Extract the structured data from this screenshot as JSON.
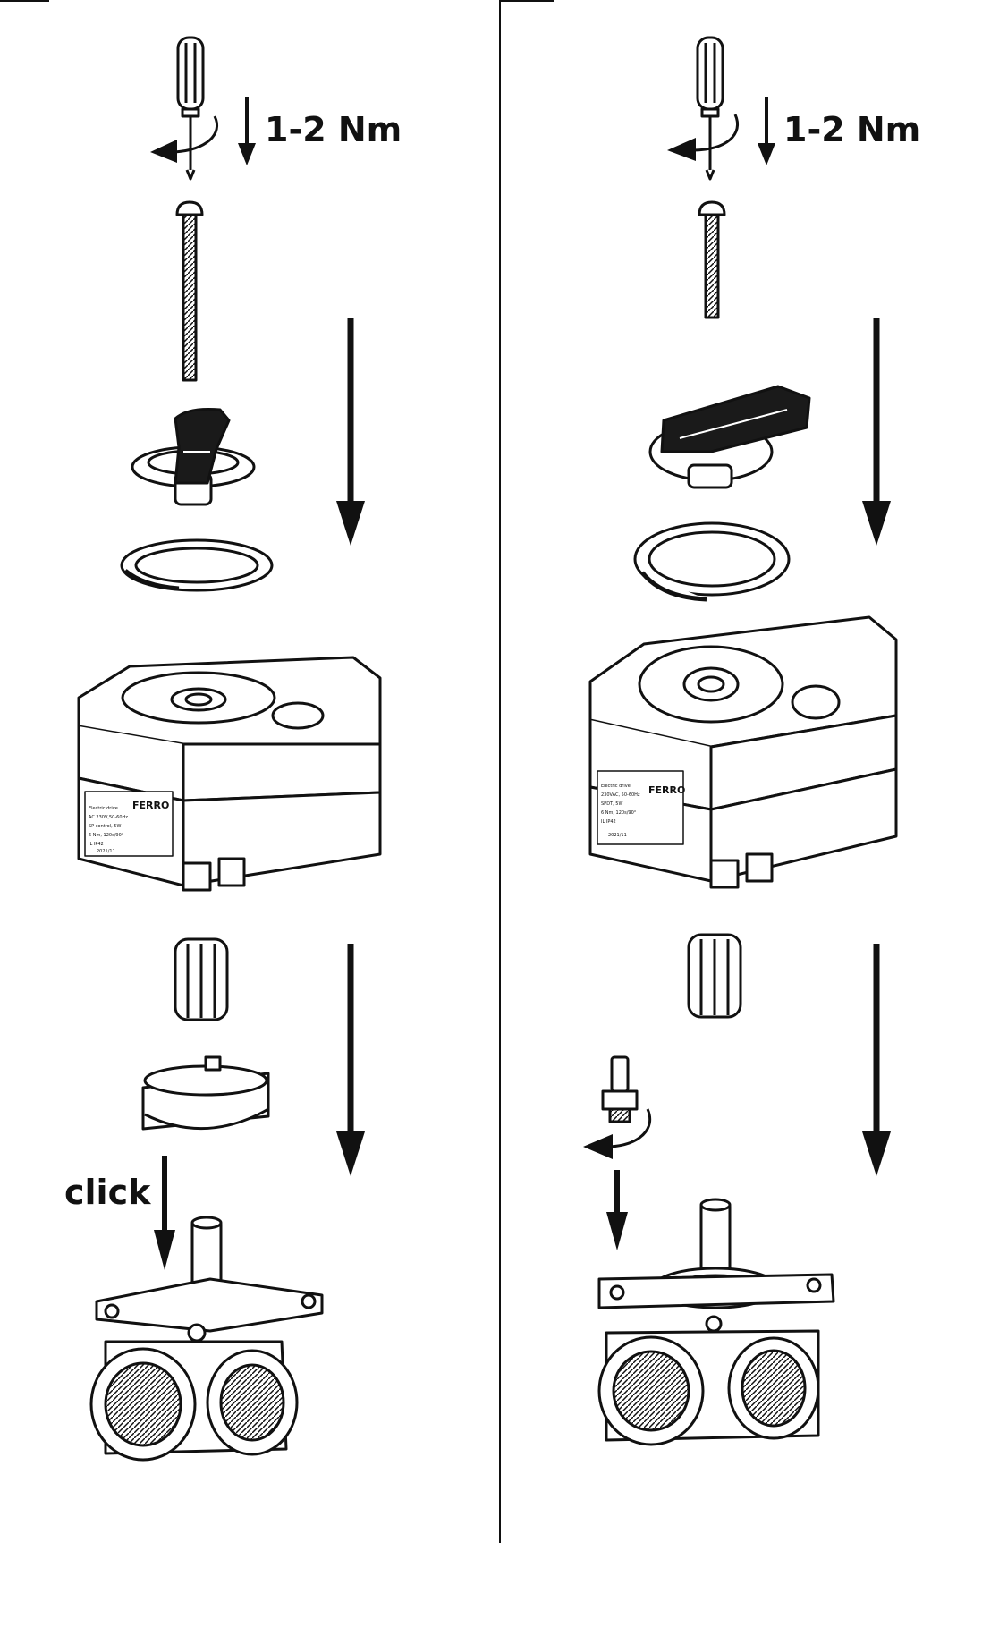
{
  "left_panel": {
    "torque_label": "1-2 Nm",
    "click_label": "click"
  },
  "right_panel": {
    "torque_label": "1-2 Nm"
  },
  "actuator_left": {
    "brand": "FERRO",
    "label_lines": [
      "Electric drive",
      "AC 230V,50-60Hz",
      "SP control, 5W",
      "6 Nm, 120s/90°",
      "IL IP42"
    ],
    "date": "2021/11"
  },
  "actuator_right": {
    "brand": "FERRO",
    "label_lines": [
      "Electric drive",
      "230VAC, 50-60Hz",
      "SPDT, 5W",
      "6 Nm, 120s/90°",
      "IL IP42"
    ],
    "date": "2021/11"
  },
  "colors": {
    "line": "#111111",
    "fill": "#ffffff",
    "dark": "#1a1a1a"
  }
}
